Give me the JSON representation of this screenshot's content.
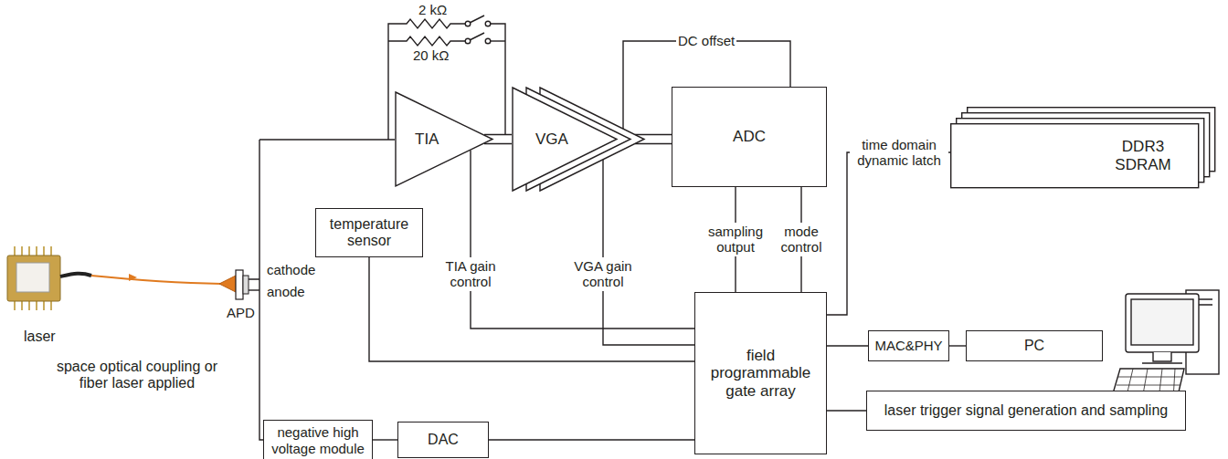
{
  "diagram": {
    "nodes": [
      {
        "text": [
          "TIA"
        ]
      },
      {
        "text": [
          "VGA"
        ]
      },
      {
        "text": [
          "ADC"
        ]
      },
      {
        "text": [
          "DDR3 SDRAM"
        ]
      },
      {
        "text": [
          "temperature sensor"
        ]
      },
      {
        "text": [
          "field programmable gate array"
        ]
      },
      {
        "text": [
          "MAC&PHY"
        ]
      },
      {
        "text": [
          "PC"
        ]
      },
      {
        "text": [
          "negative high voltage module"
        ]
      },
      {
        "text": [
          "DAC"
        ]
      },
      {
        "text": [
          "laser trigger signal generation and sampling"
        ]
      }
    ],
    "edges": [
      {
        "from": 0,
        "to": 1,
        "arrow": "none"
      },
      {
        "from": 1,
        "to": 2,
        "arrow": "none"
      },
      {
        "from": 1,
        "to": 2,
        "label": "DC offset",
        "arrow": "none"
      },
      {
        "from": 5,
        "to": 0,
        "label": "TIA gain control",
        "arrow": "none"
      },
      {
        "from": 5,
        "to": 1,
        "label": "VGA gain control",
        "arrow": "none"
      },
      {
        "from": 2,
        "to": 5,
        "label": "sampling output",
        "arrow": "none"
      },
      {
        "from": 2,
        "to": 5,
        "label": "mode control",
        "arrow": "none"
      },
      {
        "from": 5,
        "to": 3,
        "label": "time domain dynamic latch",
        "arrow": "none"
      },
      {
        "from": 4,
        "to": 5,
        "arrow": "none"
      },
      {
        "from": 5,
        "to": 6,
        "arrow": "none"
      },
      {
        "from": 6,
        "to": 7,
        "arrow": "none"
      },
      {
        "from": 5,
        "to": 10,
        "arrow": "none"
      },
      {
        "from": 5,
        "to": 9,
        "arrow": "none"
      },
      {
        "from": 9,
        "to": 8,
        "arrow": "none"
      }
    ],
    "labels": [
      "2 kΩ",
      "20 kΩ",
      "cathode",
      "anode",
      "APD",
      "laser",
      "space optical coupling or fiber laser applied"
    ]
  }
}
